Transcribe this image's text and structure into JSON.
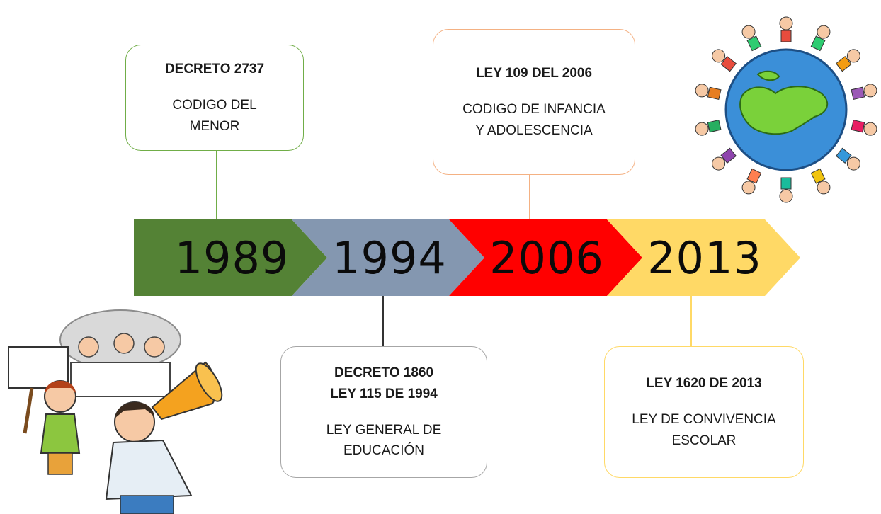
{
  "timeline": {
    "segments": [
      {
        "year": "1989",
        "color": "#548235"
      },
      {
        "year": "1994",
        "color": "#8497b0"
      },
      {
        "year": "2006",
        "color": "#ff0000"
      },
      {
        "year": "2013",
        "color": "#ffd966"
      }
    ]
  },
  "events": [
    {
      "year": "1989",
      "title": "DECRETO 2737",
      "description": "CODIGO DEL\nMENOR",
      "border_color": "#70ad47"
    },
    {
      "year": "1994",
      "title": "DECRETO 1860\nLEY 115 DE 1994",
      "description": "LEY GENERAL DE\nEDUCACIÓN",
      "border_color": "#a6a6a6"
    },
    {
      "year": "2006",
      "title": "LEY 109 DEL 2006",
      "description": "CODIGO DE INFANCIA\nY ADOLESCENCIA",
      "border_color": "#f4b183"
    },
    {
      "year": "2013",
      "title": "LEY 1620 DE 2013",
      "description": "LEY DE CONVIVENCIA\nESCOLAR",
      "border_color": "#ffd966"
    }
  ],
  "illustrations": {
    "top_right": "children-around-globe-illustration",
    "bottom_left": "protest-megaphone-illustration"
  }
}
